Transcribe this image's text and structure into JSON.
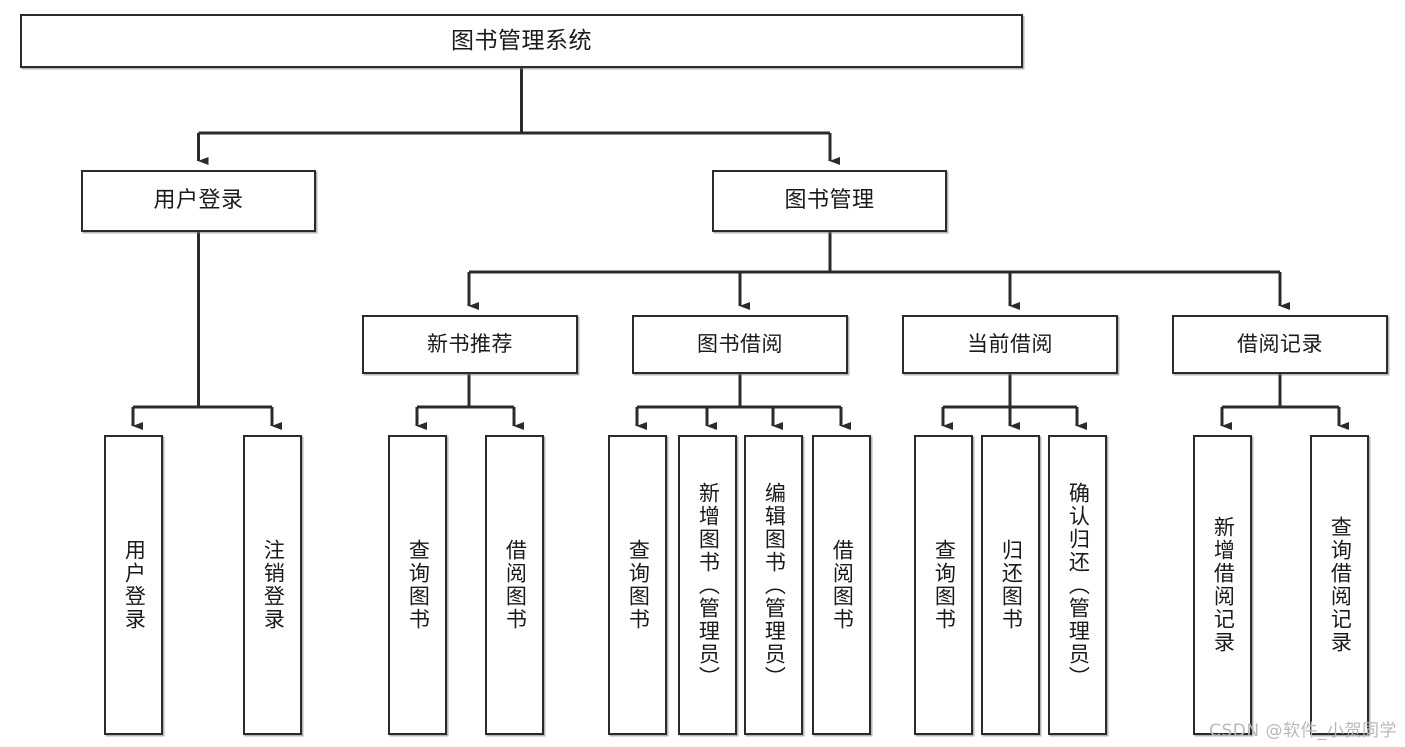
{
  "diagram": {
    "type": "tree",
    "title": "图书管理系统",
    "watermark": "CSDN @软件_小贺同学",
    "colors": {
      "box_border": "#2b2b2b",
      "box_fill": "#ffffff",
      "edge": "#2b2b2b",
      "text": "#1a1a1a",
      "watermark": "#b9b9b9"
    },
    "nodes": {
      "root": {
        "label": "图书管理系统"
      },
      "level2": [
        {
          "label": "用户登录"
        },
        {
          "label": "图书管理"
        }
      ],
      "level3": [
        {
          "label": "新书推荐"
        },
        {
          "label": "图书借阅"
        },
        {
          "label": "当前借阅"
        },
        {
          "label": "借阅记录"
        }
      ],
      "leaves": {
        "user_login": [
          {
            "label": "用户登录"
          },
          {
            "label": "注销登录"
          }
        ],
        "new_book": [
          {
            "label": "查询图书"
          },
          {
            "label": "借阅图书"
          }
        ],
        "book_borrow": [
          {
            "label": "查询图书"
          },
          {
            "label": "新增图书（管理员）"
          },
          {
            "label": "编辑图书（管理员）"
          },
          {
            "label": "借阅图书"
          }
        ],
        "current_borrow": [
          {
            "label": "查询图书"
          },
          {
            "label": "归还图书"
          },
          {
            "label": "确认归还（管理员）"
          }
        ],
        "borrow_record": [
          {
            "label": "新增借阅记录"
          },
          {
            "label": "查询借阅记录"
          }
        ]
      }
    }
  }
}
